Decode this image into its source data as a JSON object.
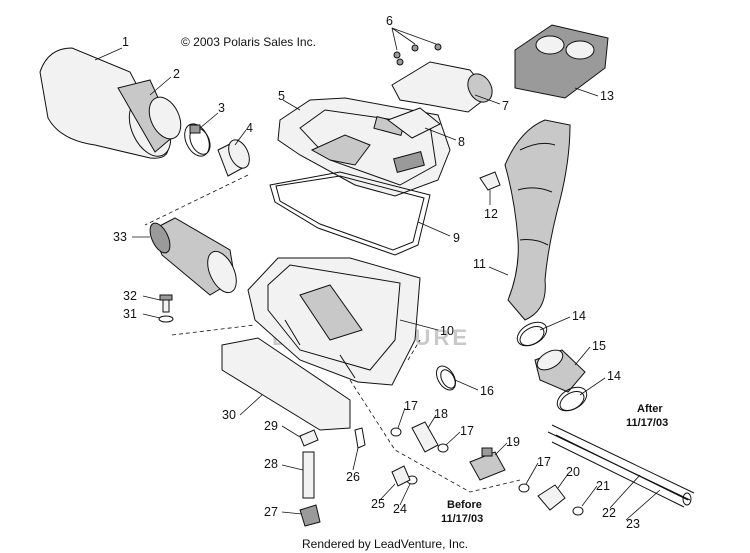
{
  "copyright": "© 2003 Polaris Sales Inc.",
  "footer": "Rendered by LeadVenture, Inc.",
  "watermark": "LEADVENTURE",
  "notes": {
    "after": [
      "After",
      "11/17/03"
    ],
    "before": [
      "Before",
      "11/17/03"
    ]
  },
  "callouts": [
    "1",
    "2",
    "3",
    "4",
    "5",
    "6",
    "7",
    "8",
    "9",
    "10",
    "11",
    "12",
    "13",
    "14",
    "14",
    "15",
    "16",
    "17",
    "17",
    "17",
    "17",
    "18",
    "19",
    "20",
    "21",
    "22",
    "23",
    "24",
    "25",
    "26",
    "27",
    "28",
    "29",
    "30",
    "31",
    "32",
    "33"
  ]
}
